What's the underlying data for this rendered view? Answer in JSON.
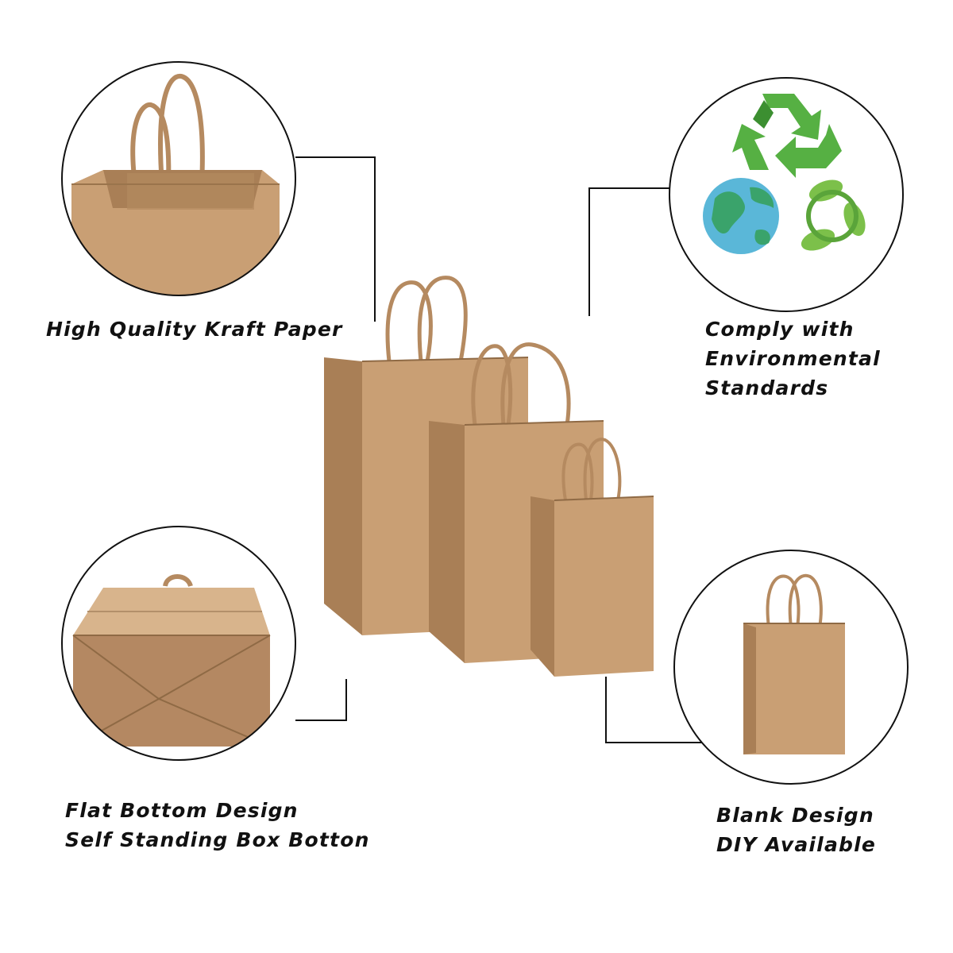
{
  "features": {
    "kraft_paper": {
      "lines": [
        "High Quality Kraft Paper"
      ],
      "icon": "bag-interior-closeup-icon"
    },
    "environmental": {
      "lines": [
        "Comply with",
        "Environmental",
        "Standards"
      ],
      "icon": "recycle-globe-leaf-icon"
    },
    "flat_bottom": {
      "lines": [
        "Flat Bottom Design",
        "Self Standing Box Botton"
      ],
      "icon": "bag-bottom-closeup-icon"
    },
    "blank_design": {
      "lines": [
        "Blank Design",
        "DIY Available"
      ],
      "icon": "single-bag-icon"
    }
  },
  "colors": {
    "kraft": "#c99f74",
    "kraft_dark": "#a97f56",
    "kraft_light": "#d8b48c",
    "handle": "#b58a60",
    "recycle_green": "#56b043",
    "earth_blue": "#5ab7d8",
    "earth_green": "#3aa36b",
    "leaf_green": "#7cc04a",
    "outline": "#111111"
  }
}
